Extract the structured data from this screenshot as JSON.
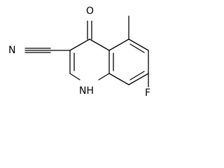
{
  "molecule": {
    "atoms": {
      "O": "O",
      "N_nitrile": "N",
      "F": "F",
      "NH": "NH"
    },
    "colors": {
      "bond": "#000000",
      "label": "#000000",
      "background": "#ffffff"
    }
  }
}
